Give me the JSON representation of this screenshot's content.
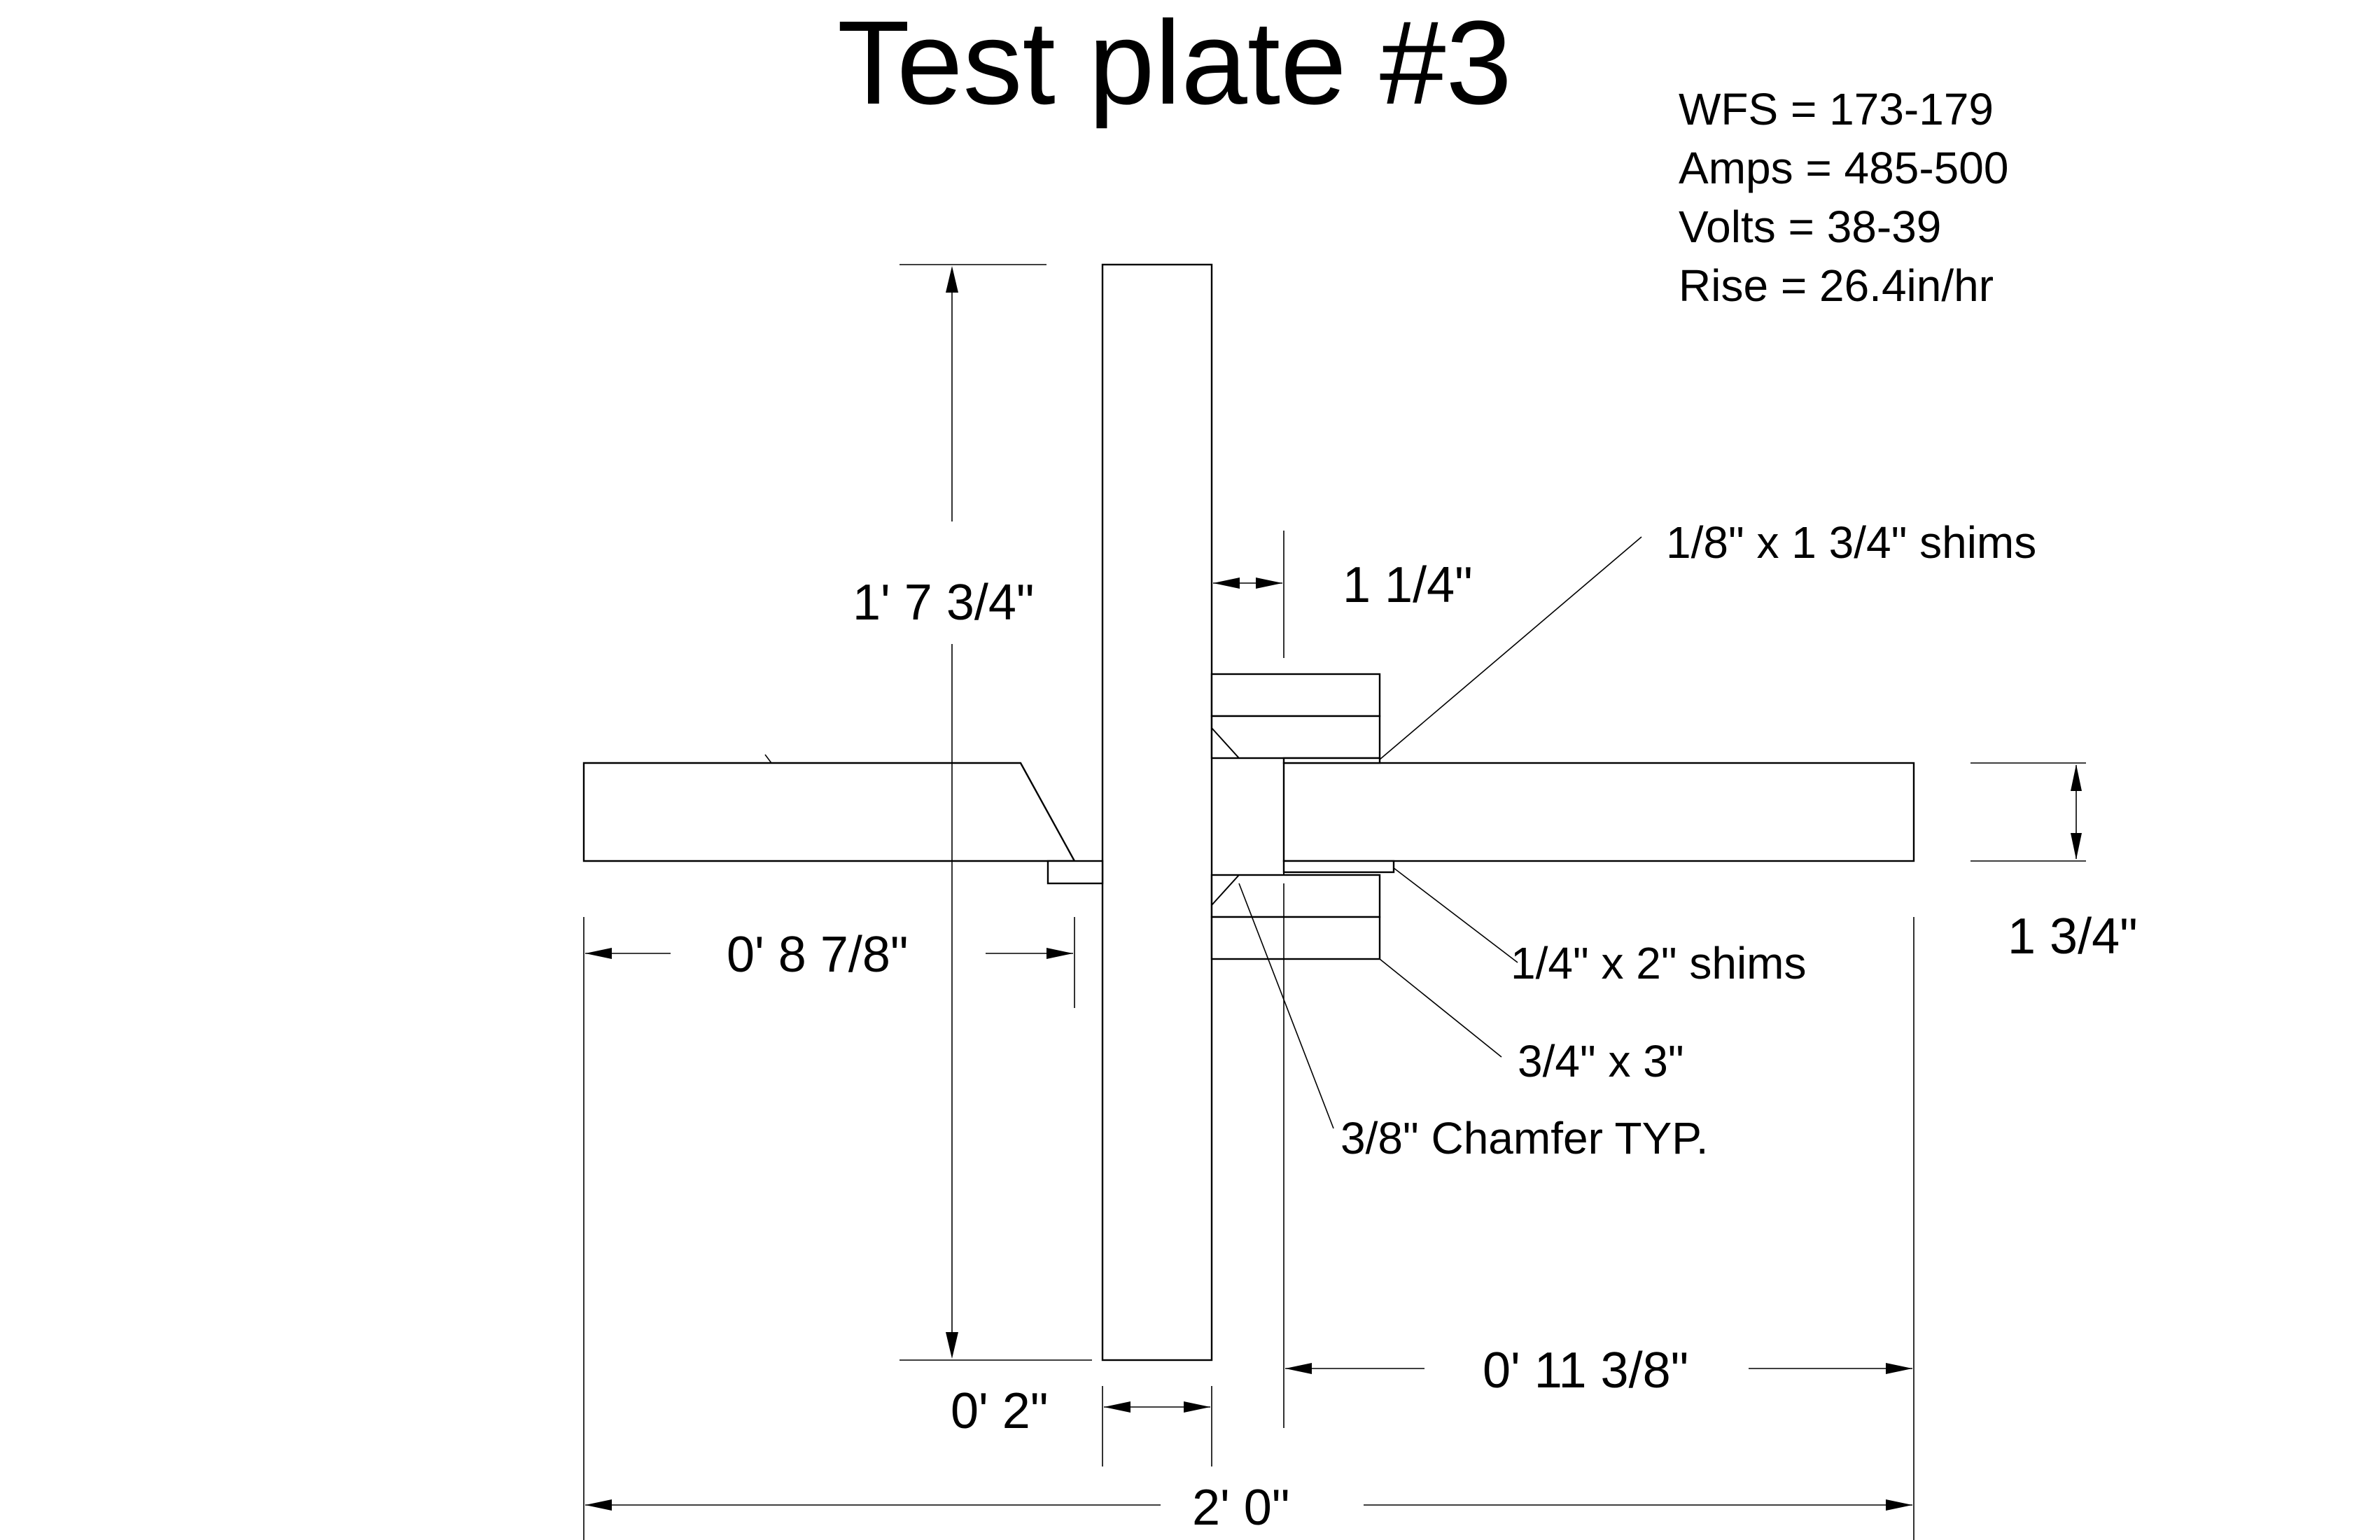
{
  "title": "Test plate #3",
  "parameters": [
    "WFS = 173-179",
    "Amps = 485-500",
    "Volts = 38-39",
    "Rise = 26.4in/hr"
  ],
  "dimensions": {
    "vertical_plate_height": "1' 7 3/4\"",
    "gap_width": "1 1/4\"",
    "left_plate_length": "0' 8 7/8\"",
    "right_plate_thickness": "1 3/4\"",
    "vertical_plate_thickness": "0' 2\"",
    "right_plate_length": "0' 11 3/8\"",
    "overall_width": "2' 0\""
  },
  "notes": {
    "top_shims": "1/8\" x 1 3/4\" shims",
    "bottom_shims": "1/4\" x 2\" shims",
    "backing_bar": "3/4\" x 3\"",
    "chamfer": "3/8\" Chamfer TYP."
  },
  "colors": {
    "line": "#000000",
    "background": "#ffffff"
  }
}
